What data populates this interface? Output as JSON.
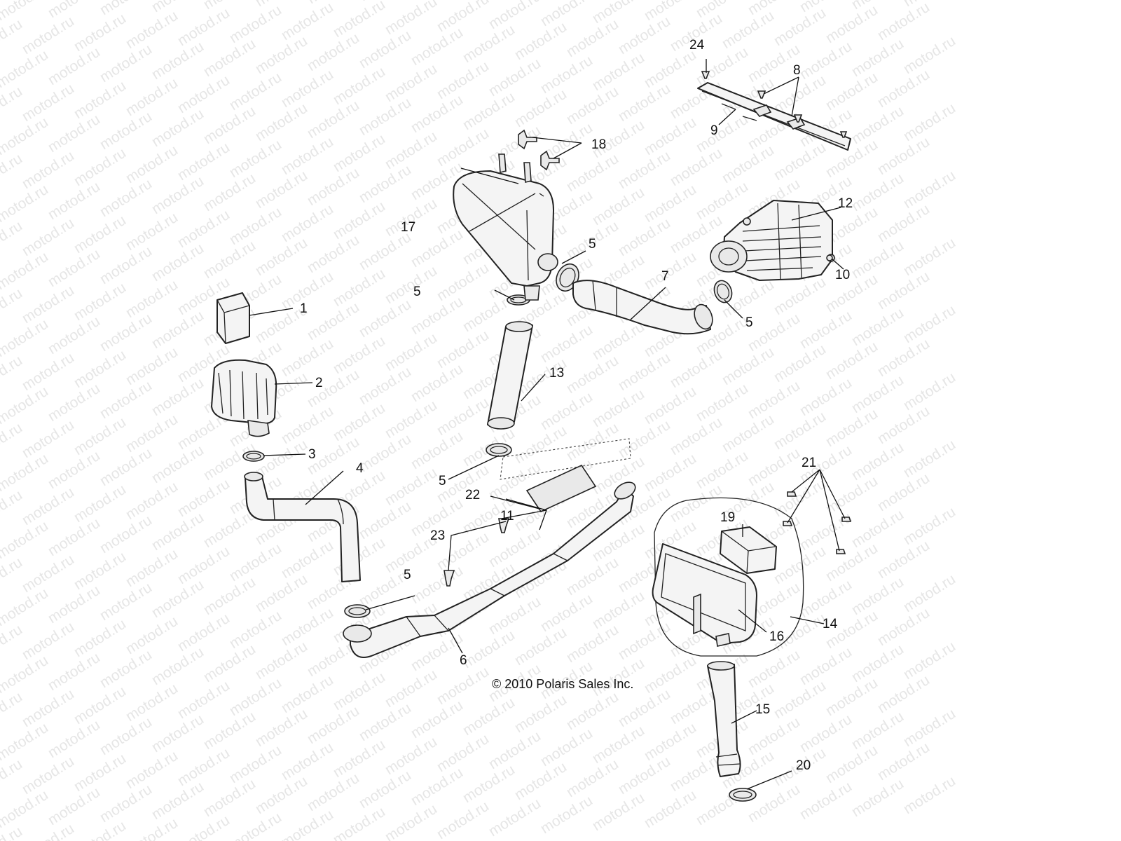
{
  "watermark": "motod.ru",
  "copyright": "© 2010 Polaris Sales Inc.",
  "callouts": {
    "c1": "1",
    "c2": "2",
    "c3": "3",
    "c4": "4",
    "c5a": "5",
    "c5b": "5",
    "c5c": "5",
    "c5d": "5",
    "c5e": "5",
    "c6": "6",
    "c7": "7",
    "c8": "8",
    "c9": "9",
    "c10": "10",
    "c11": "11",
    "c12": "12",
    "c13": "13",
    "c14": "14",
    "c15": "15",
    "c16": "16",
    "c17": "17",
    "c18": "18",
    "c19": "19",
    "c20": "20",
    "c21": "21",
    "c22": "22",
    "c23": "23",
    "c24": "24"
  }
}
